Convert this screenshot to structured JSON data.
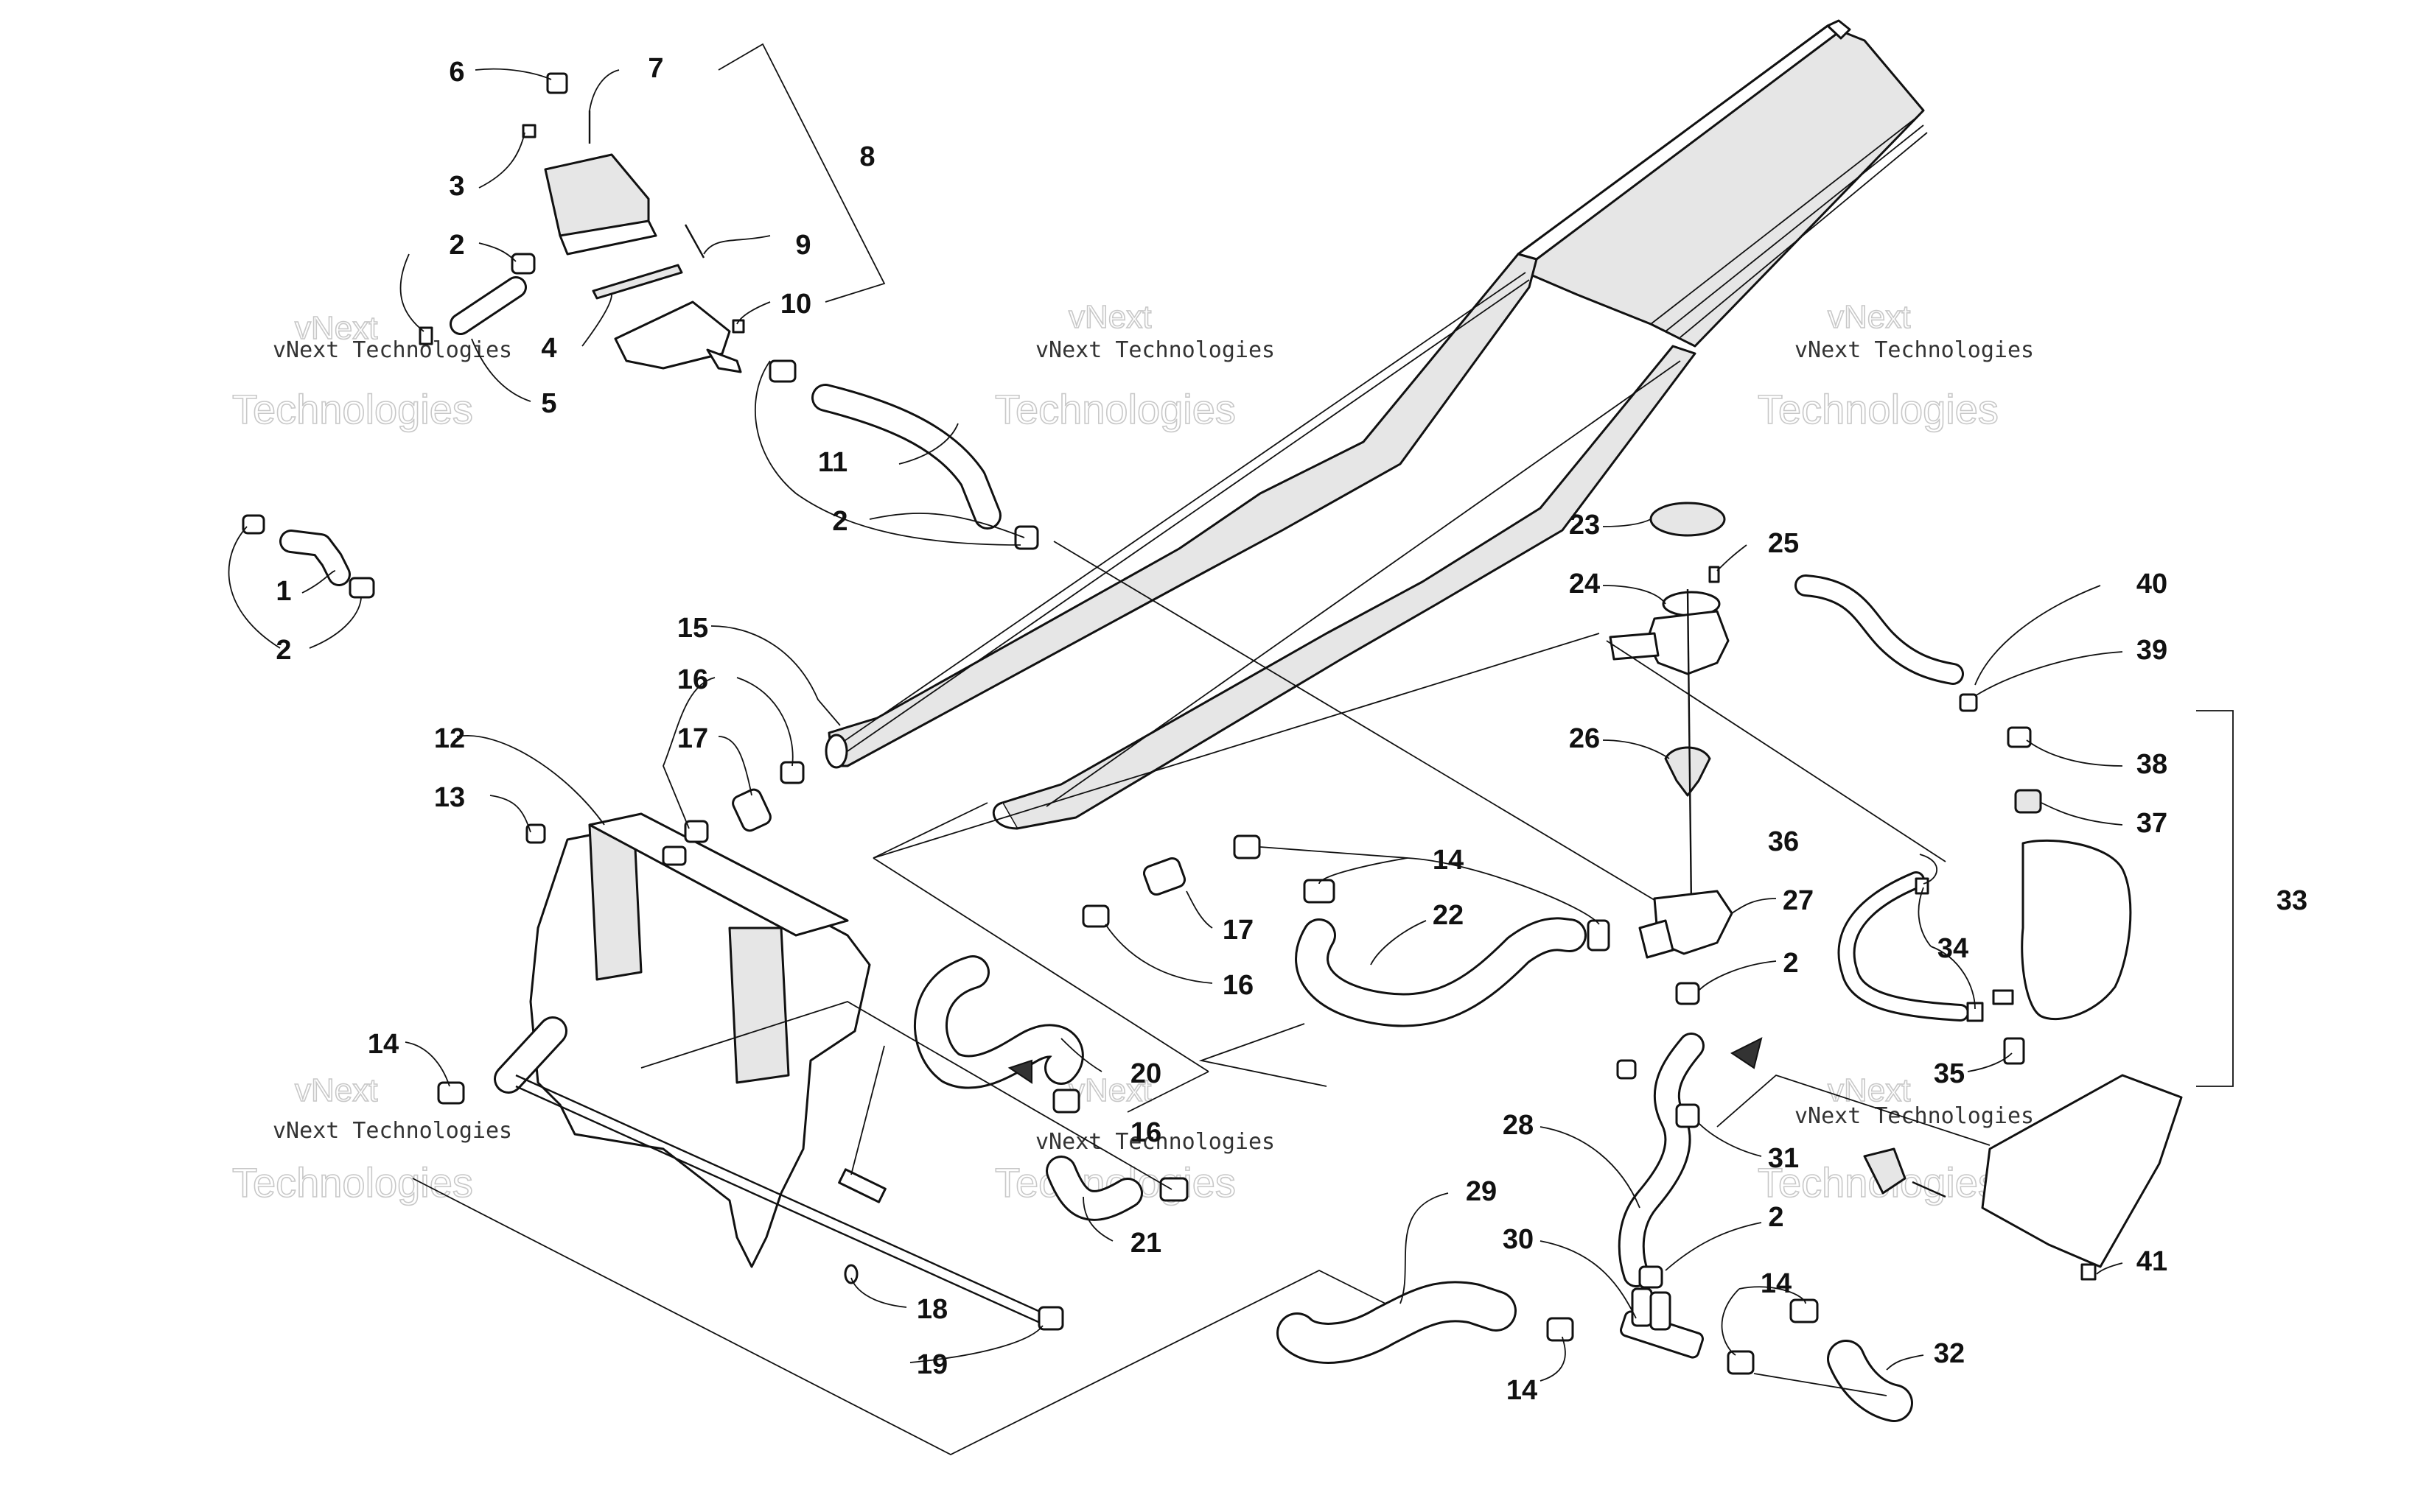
{
  "watermark": {
    "line1": "vNext Technologies",
    "line2": "Technologies",
    "line0": "vNext"
  },
  "callouts": [
    "1",
    "2",
    "2",
    "2",
    "2",
    "2",
    "2",
    "3",
    "4",
    "5",
    "6",
    "7",
    "8",
    "9",
    "10",
    "11",
    "12",
    "13",
    "14",
    "14",
    "14",
    "14",
    "14",
    "15",
    "16",
    "16",
    "16",
    "17",
    "17",
    "18",
    "19",
    "20",
    "21",
    "22",
    "23",
    "24",
    "25",
    "26",
    "27",
    "28",
    "29",
    "30",
    "31",
    "32",
    "33",
    "34",
    "35",
    "36",
    "37",
    "38",
    "39",
    "40",
    "41"
  ],
  "colors": {
    "ink": "#111111",
    "watermark_outline": "#c8c8c8",
    "background": "#ffffff"
  }
}
